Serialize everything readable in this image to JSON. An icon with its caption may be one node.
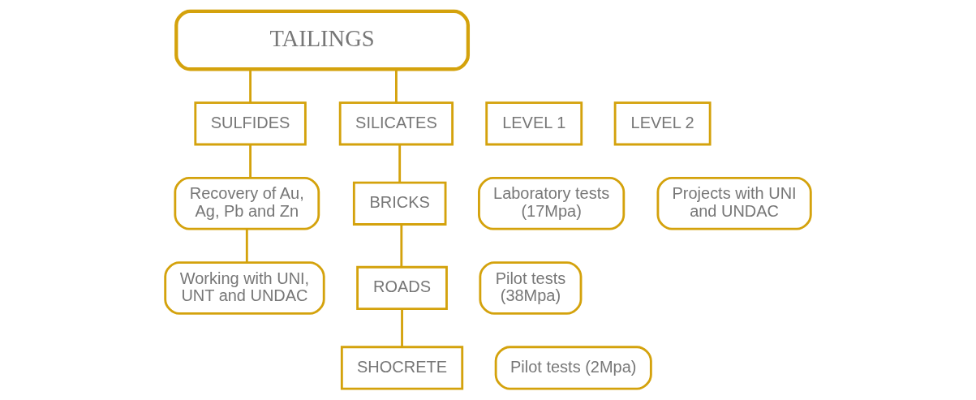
{
  "diagram": {
    "nodes": [
      {
        "text": [
          "TAILINGS"
        ]
      },
      {
        "text": [
          "SULFIDES"
        ]
      },
      {
        "text": [
          "SILICATES"
        ]
      },
      {
        "text": [
          "Recovery of Au, Ag, Pb and Zn"
        ]
      },
      {
        "text": [
          "Working with UNI, UNT and UNDAC"
        ]
      },
      {
        "text": [
          "BRICKS"
        ]
      },
      {
        "text": [
          "ROADS"
        ]
      },
      {
        "text": [
          "SHOCRETE"
        ]
      },
      {
        "text": [
          "LEVEL 1"
        ]
      },
      {
        "text": [
          "LEVEL 2"
        ]
      },
      {
        "text": [
          "Laboratory tests (17Mpa)"
        ]
      },
      {
        "text": [
          "Pilot tests (38Mpa)"
        ]
      },
      {
        "text": [
          "Pilot tests (2Mpa)"
        ]
      },
      {
        "text": [
          "Projects with UNI and UNDAC"
        ]
      }
    ],
    "edges": [
      {
        "from": 0,
        "to": 1,
        "arrow": "none"
      },
      {
        "from": 0,
        "to": 2,
        "arrow": "none"
      },
      {
        "from": 1,
        "to": 3,
        "arrow": "none"
      },
      {
        "from": 3,
        "to": 4,
        "arrow": "none"
      },
      {
        "from": 2,
        "to": 5,
        "arrow": "none"
      },
      {
        "from": 5,
        "to": 6,
        "arrow": "none"
      },
      {
        "from": 6,
        "to": 7,
        "arrow": "none"
      }
    ]
  }
}
